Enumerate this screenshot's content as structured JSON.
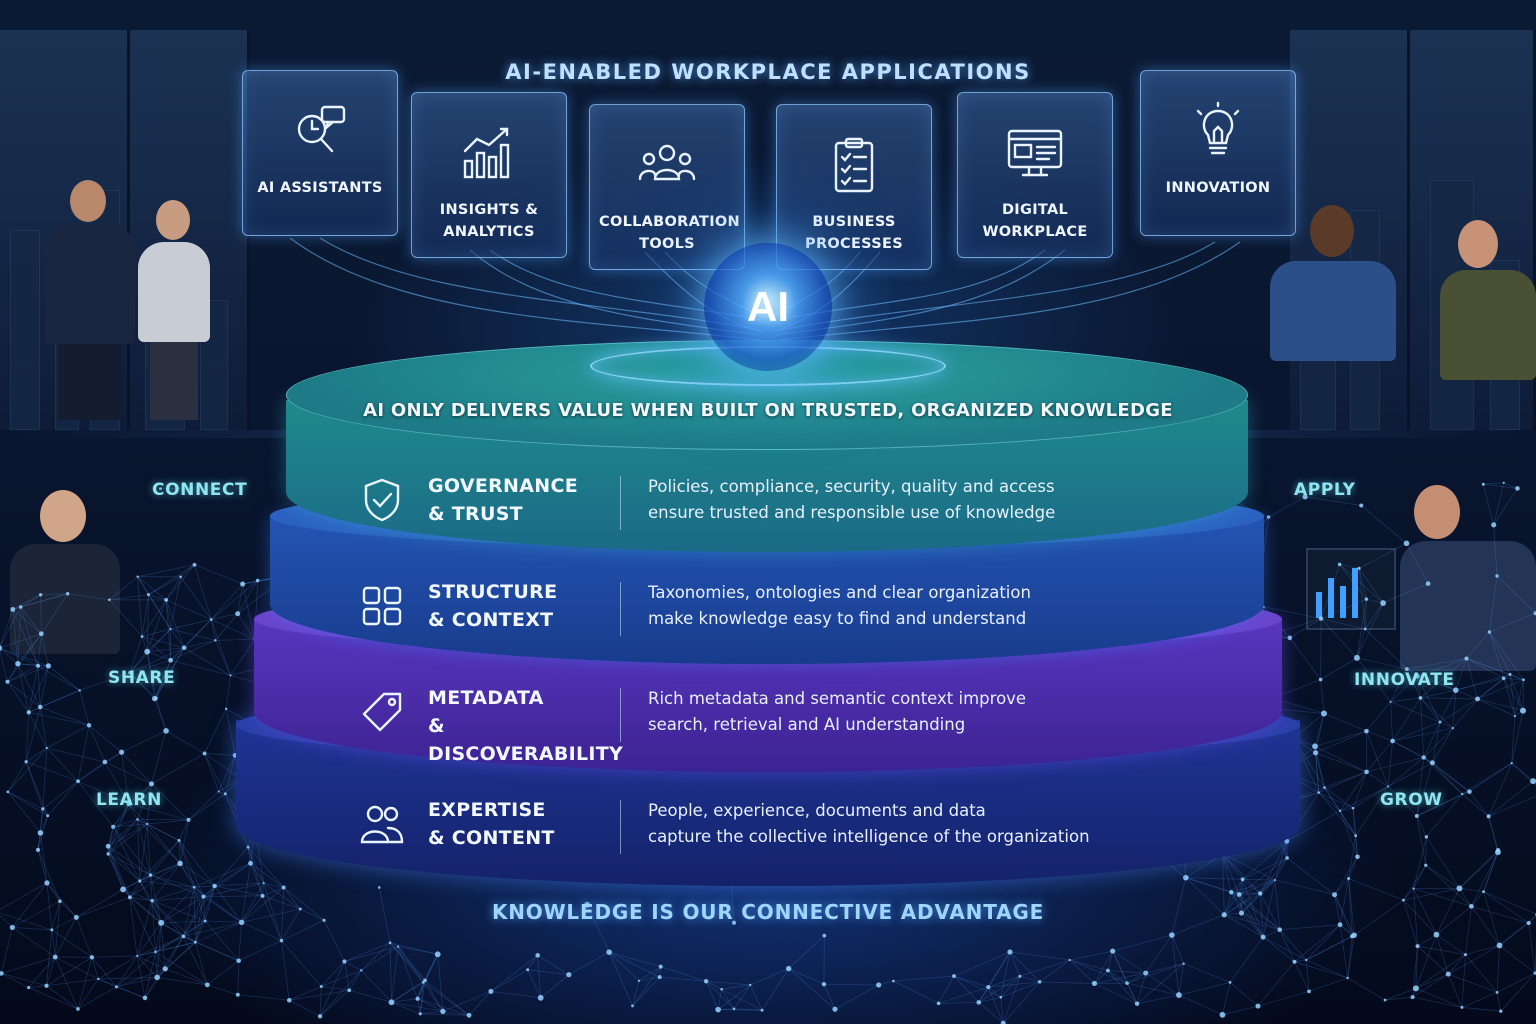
{
  "header": {
    "title": "AI-ENABLED WORKPLACE APPLICATIONS"
  },
  "apps": [
    {
      "label": "AI ASSISTANTS",
      "icon": "magnifier-chat-icon"
    },
    {
      "label": "INSIGHTS & ANALYTICS",
      "icon": "bar-chart-trend-icon"
    },
    {
      "label": "COLLABORATION TOOLS",
      "icon": "people-group-icon"
    },
    {
      "label": "BUSINESS PROCESSES",
      "icon": "clipboard-checklist-icon"
    },
    {
      "label": "DIGITAL WORKPLACE",
      "icon": "monitor-dashboard-icon"
    },
    {
      "label": "INNOVATION",
      "icon": "lightbulb-icon"
    }
  ],
  "core": {
    "label": "AI",
    "tagline": "AI ONLY DELIVERS VALUE WHEN BUILT ON TRUSTED, ORGANIZED KNOWLEDGE"
  },
  "layers": [
    {
      "title_line1": "GOVERNANCE",
      "title_line2": "& TRUST",
      "desc_line1": "Policies, compliance, security, quality and access",
      "desc_line2": "ensure trusted and responsible use of knowledge",
      "icon": "shield-check-icon",
      "color": "#1f8f86"
    },
    {
      "title_line1": "STRUCTURE",
      "title_line2": "& CONTEXT",
      "desc_line1": "Taxonomies, ontologies and clear organization",
      "desc_line2": "make knowledge easy to find and understand",
      "icon": "grid-squares-icon",
      "color": "#1f4fa8"
    },
    {
      "title_line1": "METADATA",
      "title_line2": "& DISCOVERABILITY",
      "desc_line1": "Rich metadata and semantic context improve",
      "desc_line2": "search, retrieval and AI understanding",
      "icon": "tag-icon",
      "color": "#5a32b5"
    },
    {
      "title_line1": "EXPERTISE",
      "title_line2": "& CONTENT",
      "desc_line1": "People, experience, documents and data",
      "desc_line2": "capture the collective intelligence of the organization",
      "icon": "two-people-icon",
      "color": "#1c2f86"
    }
  ],
  "side_words": {
    "left": [
      "CONNECT",
      "SHARE",
      "LEARN"
    ],
    "right": [
      "APPLY",
      "INNOVATE",
      "GROW"
    ]
  },
  "footer": {
    "tagline": "KNOWLEDGE IS OUR CONNECTIVE ADVANTAGE"
  },
  "colors": {
    "accent": "#5fb4ff",
    "side_word": "#8fe6f0",
    "governance": "#1f8f86",
    "structure": "#1f4fa8",
    "metadata": "#5a32b5",
    "expertise": "#1c2f86"
  }
}
